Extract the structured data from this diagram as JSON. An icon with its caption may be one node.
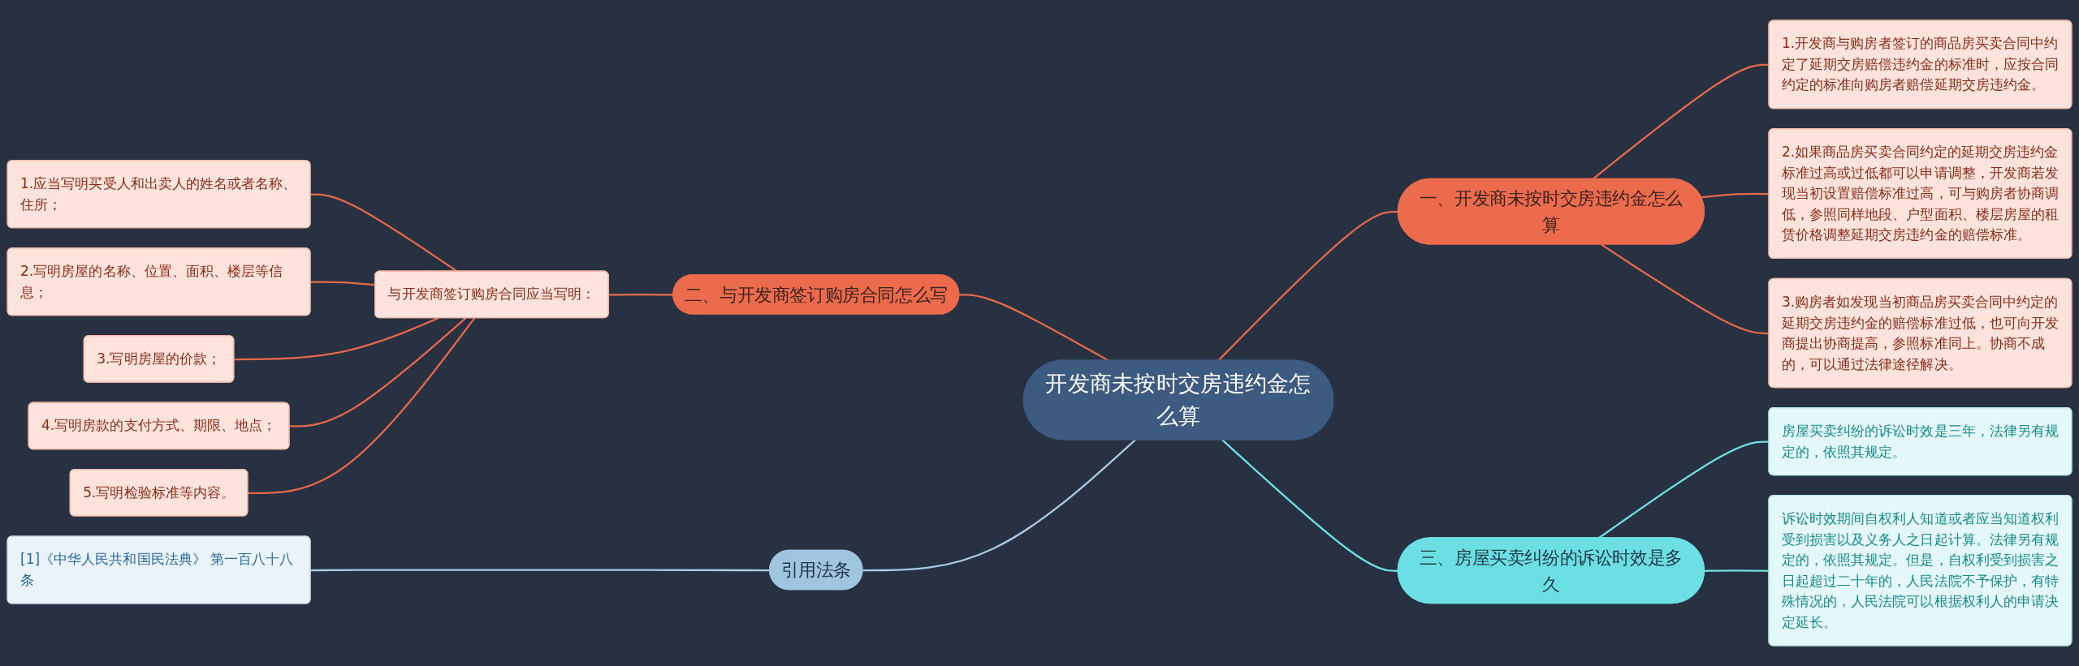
{
  "diagram": {
    "nodes": [
      {
        "text": [
          "开发商未按时交房违约金怎么算"
        ]
      },
      {
        "text": [
          "一、开发商未按时交房违约金怎么算"
        ]
      },
      {
        "text": [
          "1.开发商与购房者签订的商品房买卖合同中约定了延期交房赔偿违约金的标准时，应按合同约定的标准向购房者赔偿延期交房违约金。"
        ]
      },
      {
        "text": [
          "2.如果商品房买卖合同约定的延期交房违约金标准过高或过低都可以申请调整，开发商若发现当初设置赔偿标准过高，可与购房者协商调低，参照同样地段、户型面积、楼层房屋的租赁价格调整延期交房违约金的赔偿标准。"
        ]
      },
      {
        "text": [
          "3.购房者如发现当初商品房买卖合同中约定的延期交房违约金的赔偿标准过低，也可向开发商提出协商提高，参照标准同上。协商不成的，可以通过法律途径解决。"
        ]
      },
      {
        "text": [
          "二、与开发商签订购房合同怎么写"
        ]
      },
      {
        "text": [
          "与开发商签订购房合同应当写明："
        ]
      },
      {
        "text": [
          "1.应当写明买受人和出卖人的姓名或者名称、住所；"
        ]
      },
      {
        "text": [
          "2.写明房屋的名称、位置、面积、楼层等信息；"
        ]
      },
      {
        "text": [
          "3.写明房屋的价款；"
        ]
      },
      {
        "text": [
          "4.写明房款的支付方式、期限、地点；"
        ]
      },
      {
        "text": [
          "5.写明检验标准等内容。"
        ]
      },
      {
        "text": [
          "三、房屋买卖纠纷的诉讼时效是多久"
        ]
      },
      {
        "text": [
          "房屋买卖纠纷的诉讼时效是三年，法律另有规定的，依照其规定。"
        ]
      },
      {
        "text": [
          "诉讼时效期间自权利人知道或者应当知道权利受到损害以及义务人之日起计算。法律另有规定的，依照其规定。但是，自权利受到损害之日起超过二十年的，人民法院不予保护，有特殊情况的，人民法院可以根据权利人的申请决定延长。"
        ]
      },
      {
        "text": [
          "引用法条"
        ]
      },
      {
        "text": [
          "[1]《中华人民共和国民法典》 第一百八十八条"
        ]
      }
    ],
    "edges": [
      {
        "from": 0,
        "to": 1,
        "arrow": "none"
      },
      {
        "from": 1,
        "to": 2,
        "arrow": "none"
      },
      {
        "from": 1,
        "to": 3,
        "arrow": "none"
      },
      {
        "from": 1,
        "to": 4,
        "arrow": "none"
      },
      {
        "from": 5,
        "to": 0,
        "arrow": "none"
      },
      {
        "from": 6,
        "to": 5,
        "arrow": "none"
      },
      {
        "from": 7,
        "to": 6,
        "arrow": "none"
      },
      {
        "from": 8,
        "to": 6,
        "arrow": "none"
      },
      {
        "from": 9,
        "to": 6,
        "arrow": "none"
      },
      {
        "from": 10,
        "to": 6,
        "arrow": "none"
      },
      {
        "from": 11,
        "to": 6,
        "arrow": "none"
      },
      {
        "from": 0,
        "to": 12,
        "arrow": "none",
        "color": "#6ee0e6"
      },
      {
        "from": 12,
        "to": 13,
        "arrow": "none",
        "color": "#6ee0e6"
      },
      {
        "from": 12,
        "to": 14,
        "arrow": "none",
        "color": "#6ee0e6"
      },
      {
        "from": 15,
        "to": 0,
        "arrow": "none",
        "color": "#a9cbe3"
      },
      {
        "from": 16,
        "to": 15,
        "arrow": "none",
        "color": "#a9cbe3"
      }
    ]
  }
}
